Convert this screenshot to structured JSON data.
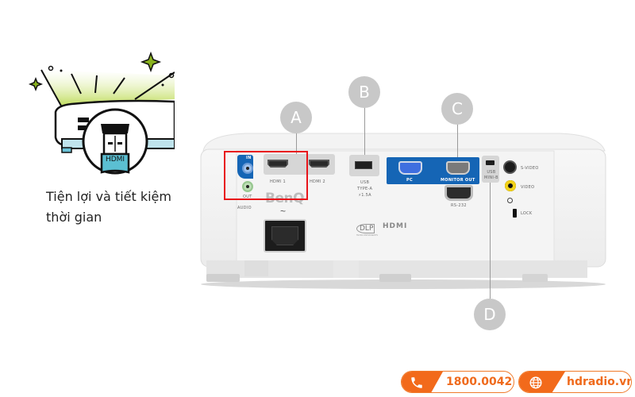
{
  "feature": {
    "icon_name": "projector-hdmi-icon",
    "icon_label": "HDMI",
    "caption_line1": "Tiện lợi và tiết kiệm",
    "caption_line2": "thời gian"
  },
  "projector": {
    "brand": "BenQ",
    "callouts": [
      {
        "id": "A",
        "label": "A"
      },
      {
        "id": "B",
        "label": "B"
      },
      {
        "id": "C",
        "label": "C"
      },
      {
        "id": "D",
        "label": "D"
      }
    ],
    "ports": {
      "audio_in": "IN",
      "audio_out": "OUT",
      "audio": "AUDIO",
      "hdmi1": "HDMI 1",
      "hdmi2": "HDMI 2",
      "usb_a_line1": "USB",
      "usb_a_line2": "TYPE-A",
      "usb_a_line3": "⚡1.5A",
      "pc": "PC",
      "monitor_out": "MONITOR OUT",
      "rs232": "RS-232",
      "usb_mini_line1": "USB",
      "usb_mini_line2": "MINI-B",
      "svideo": "S-VIDEO",
      "video": "VIDEO",
      "lock": "LOCK",
      "power_symbol": "~"
    },
    "logos": {
      "dlp": "DLP",
      "dlp_sub": "TEXAS INSTRUMENTS",
      "hdmi": "HDMI"
    },
    "highlight_color": "#e8141a",
    "panel_blue": "#1565b5"
  },
  "contact": {
    "phone": "1800.0042",
    "website": "hdradio.vn",
    "accent_color": "#f26a1b"
  }
}
